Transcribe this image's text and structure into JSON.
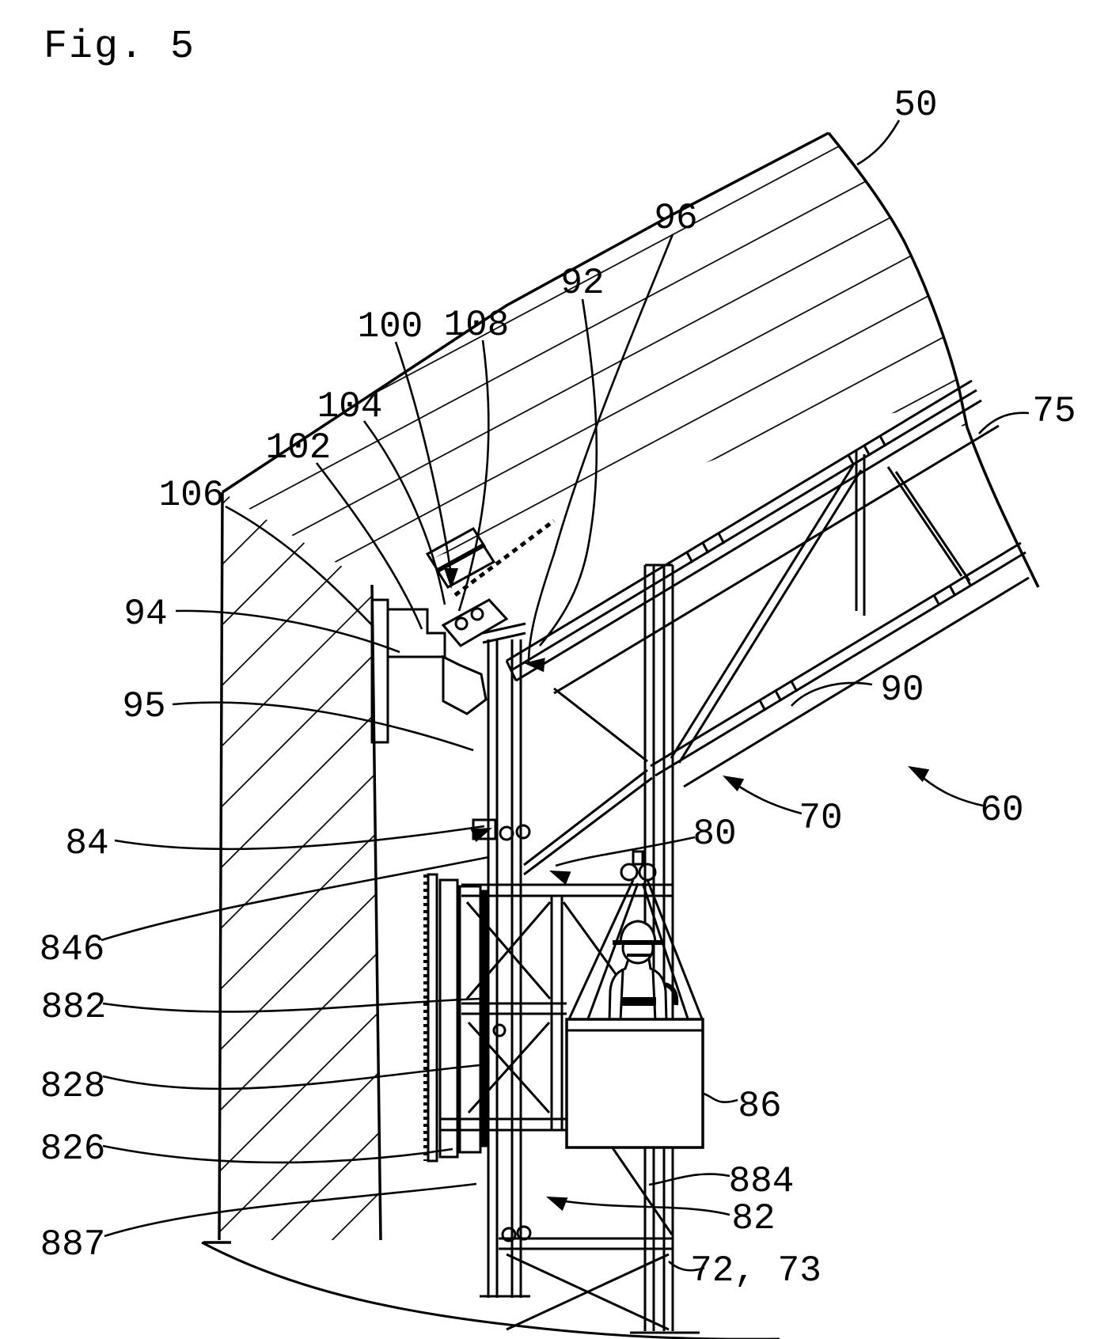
{
  "figure_label": "Fig. 5",
  "drawing": {
    "kind": "patent-line-drawing",
    "description": "Construction hoist / mast climbing work platform mounted between a hatched concrete wall and an inclined roof truss, with worker basket",
    "colors": {
      "ink": "#000000",
      "background": "#ffffff"
    }
  },
  "reference_labels": [
    {
      "id": "50",
      "text": "50"
    },
    {
      "id": "96",
      "text": "96"
    },
    {
      "id": "92",
      "text": "92"
    },
    {
      "id": "100",
      "text": "100"
    },
    {
      "id": "108",
      "text": "108"
    },
    {
      "id": "104",
      "text": "104"
    },
    {
      "id": "102",
      "text": "102"
    },
    {
      "id": "106",
      "text": "106"
    },
    {
      "id": "75",
      "text": "75"
    },
    {
      "id": "94",
      "text": "94"
    },
    {
      "id": "95",
      "text": "95"
    },
    {
      "id": "90",
      "text": "90"
    },
    {
      "id": "84",
      "text": "84"
    },
    {
      "id": "70",
      "text": "70"
    },
    {
      "id": "60",
      "text": "60"
    },
    {
      "id": "80",
      "text": "80"
    },
    {
      "id": "846",
      "text": "846"
    },
    {
      "id": "882",
      "text": "882"
    },
    {
      "id": "828",
      "text": "828"
    },
    {
      "id": "86",
      "text": "86"
    },
    {
      "id": "826",
      "text": "826"
    },
    {
      "id": "884",
      "text": "884"
    },
    {
      "id": "82",
      "text": "82"
    },
    {
      "id": "887",
      "text": "887"
    },
    {
      "id": "72-73",
      "text": "72, 73"
    }
  ]
}
